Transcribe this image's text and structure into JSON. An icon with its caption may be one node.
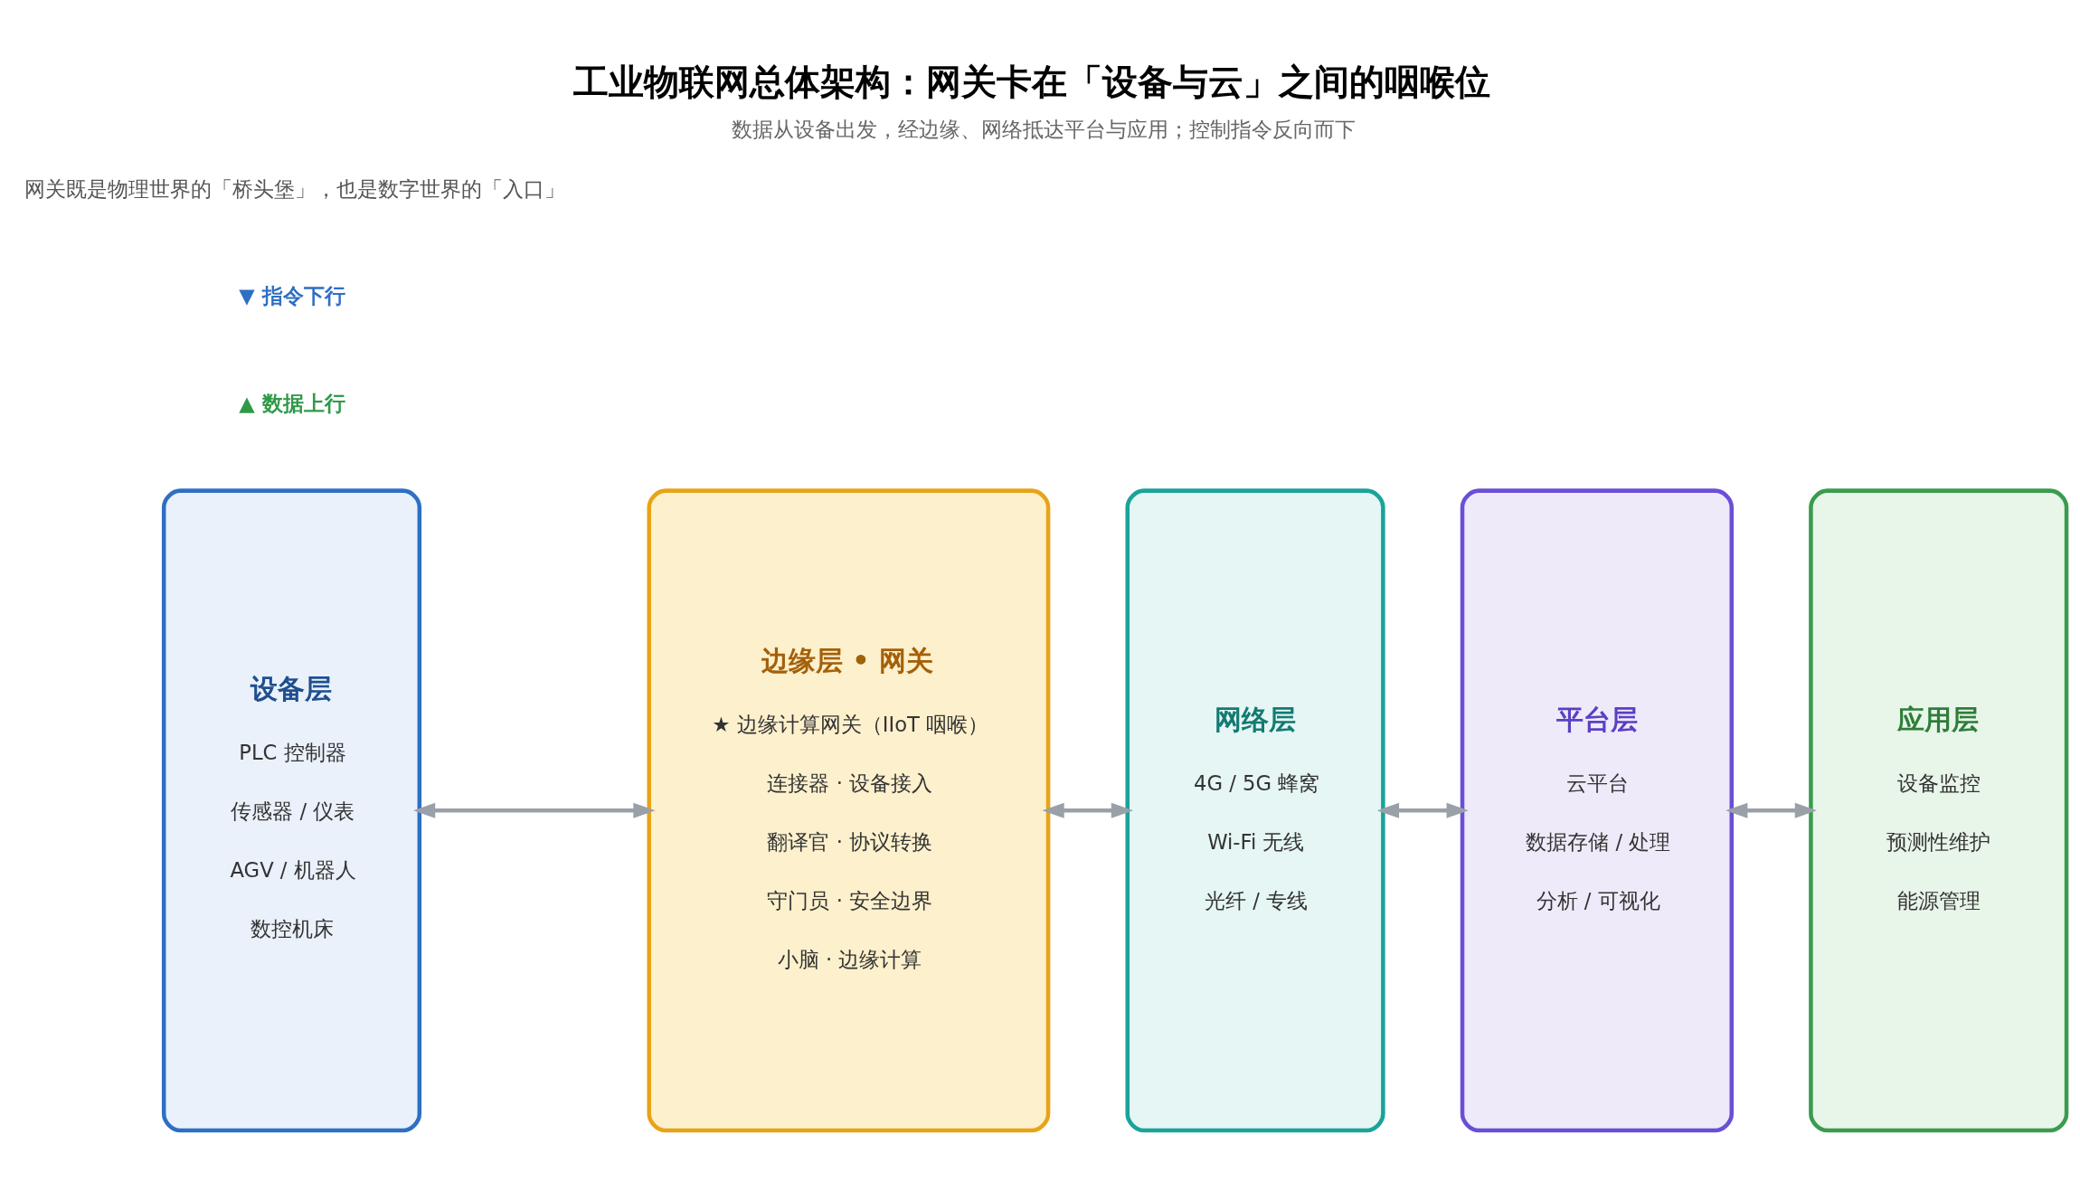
{
  "diagram": {
    "title": "工业物联网总体架构：网关卡在「设备与云」之间的咽喉位",
    "caption": "数据从设备出发，经边缘、网络抵达平台与应用；控制指令反向而下",
    "nodes": [
      {
        "text": [
          "设备层",
          "PLC 控制器",
          "传感器 / 仪表",
          "AGV / 机器人",
          "数控机床"
        ]
      },
      {
        "text": [
          "边缘层 • 网关",
          "★ 边缘计算网关（IIoT 咽喉）",
          "连接器 · 设备接入",
          "翻译官 · 协议转换",
          "守门员 · 安全边界",
          "小脑 · 边缘计算"
        ]
      },
      {
        "text": [
          "网络层",
          "4G / 5G 蜂窝",
          "Wi-Fi 无线",
          "光纤 / 专线"
        ]
      },
      {
        "text": [
          "平台层",
          "云平台",
          "数据存储 / 处理",
          "分析 / 可视化"
        ]
      },
      {
        "text": [
          "应用层",
          "设备监控",
          "预测性维护",
          "能源管理"
        ]
      }
    ],
    "edges": [
      {
        "from": 0,
        "to": 1,
        "arrow": "both"
      },
      {
        "from": 1,
        "to": 2,
        "arrow": "both"
      },
      {
        "from": 2,
        "to": 3,
        "arrow": "both"
      },
      {
        "from": 3,
        "to": 4,
        "arrow": "both"
      }
    ],
    "labels": [
      "▲ 数据上行",
      "▼ 指令下行",
      "网关既是物理世界的「桥头堡」，也是数字世界的「入口」"
    ]
  }
}
